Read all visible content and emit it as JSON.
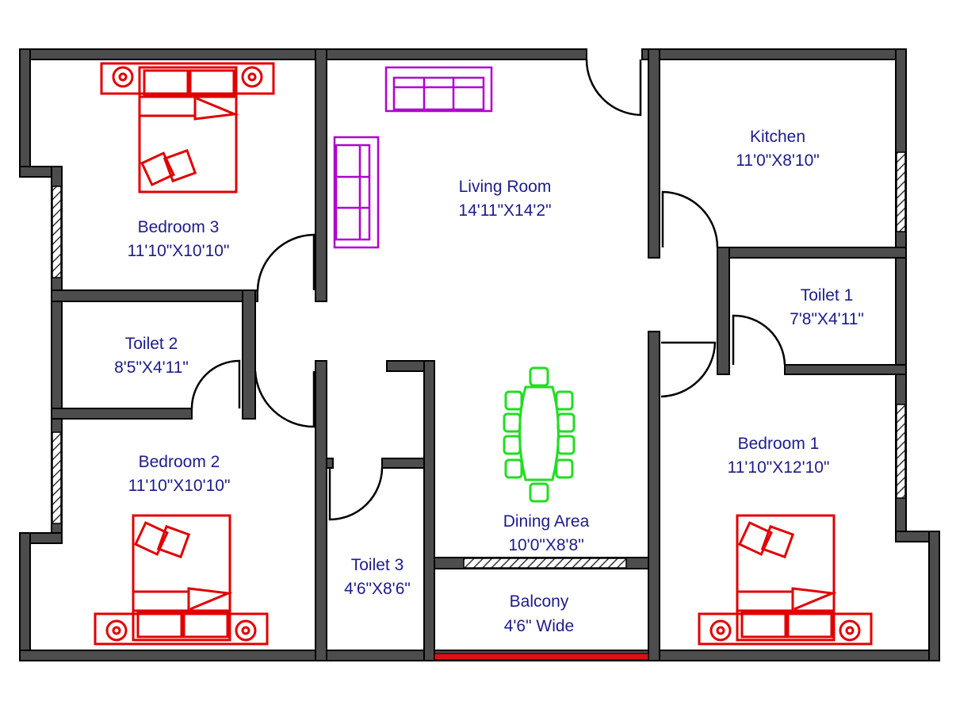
{
  "colors": {
    "wall": "#4d4d4d",
    "label": "#1c1c8a",
    "bed": "#e00000",
    "sofa": "#b000d0",
    "dining": "#22dd22",
    "balcony_rail": "#dd1111"
  },
  "rooms": {
    "bedroom3": {
      "name": "Bedroom 3",
      "size": "11'10\"X10'10\""
    },
    "living": {
      "name": "Living Room",
      "size": "14'11\"X14'2\""
    },
    "kitchen": {
      "name": "Kitchen",
      "size": "11'0\"X8'10\""
    },
    "toilet1": {
      "name": "Toilet 1",
      "size": "7'8\"X4'11\""
    },
    "toilet2": {
      "name": "Toilet 2",
      "size": "8'5\"X4'11\""
    },
    "bedroom2": {
      "name": "Bedroom 2",
      "size": "11'10\"X10'10\""
    },
    "bedroom1": {
      "name": "Bedroom 1",
      "size": "11'10\"X12'10\""
    },
    "dining": {
      "name": "Dining Area",
      "size": "10'0\"X8'8\""
    },
    "toilet3": {
      "name": "Toilet 3",
      "size": "4'6\"X8'6\""
    },
    "balcony": {
      "name": "Balcony",
      "size": "4'6\" Wide"
    }
  }
}
